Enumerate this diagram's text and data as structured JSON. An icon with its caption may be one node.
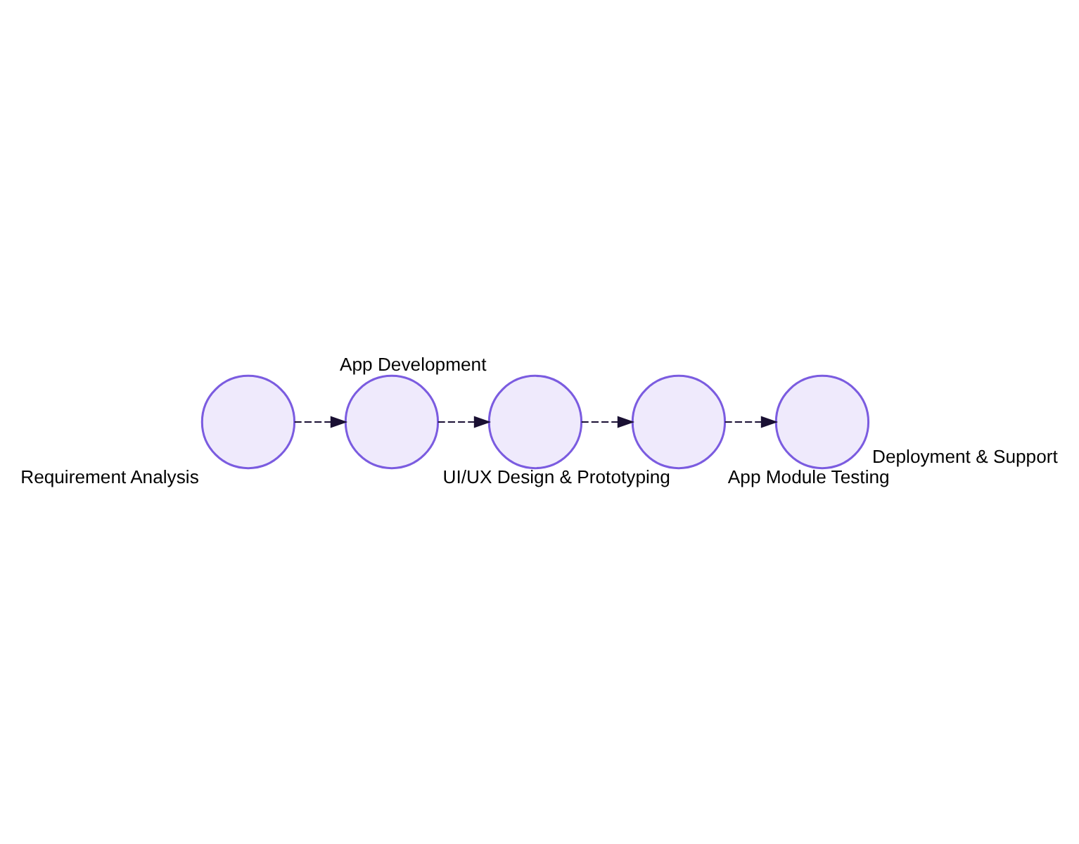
{
  "diagram": {
    "nodes": [
      {
        "text": [
          "Requirement Analysis"
        ]
      },
      {
        "text": [
          "UI/UX Design & Prototyping"
        ]
      },
      {
        "text": [
          "App Development"
        ]
      },
      {
        "text": [
          "App Module Testing"
        ]
      },
      {
        "text": [
          "Deployment & Support"
        ]
      }
    ],
    "edges": [
      {
        "from": 0,
        "to": 1,
        "arrow": "to",
        "style": "dashed"
      },
      {
        "from": 1,
        "to": 2,
        "arrow": "to",
        "style": "dashed"
      },
      {
        "from": 2,
        "to": 3,
        "arrow": "to",
        "style": "dashed"
      },
      {
        "from": 3,
        "to": 4,
        "arrow": "to",
        "style": "dashed"
      }
    ]
  }
}
